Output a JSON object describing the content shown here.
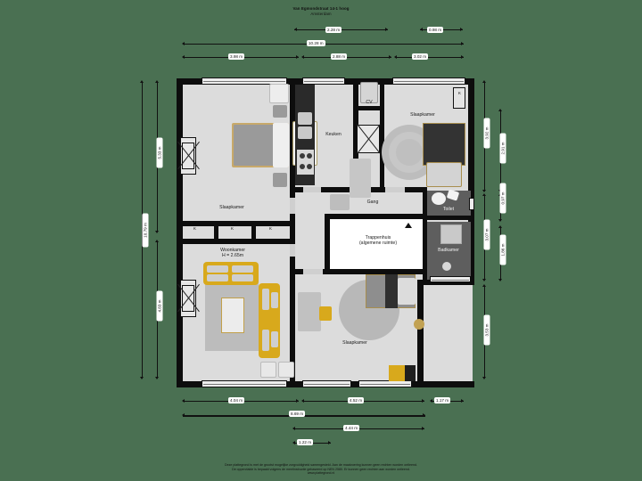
{
  "header": {
    "title_line1": "Van Egmondstraat 14-1 hoog",
    "title_line2": "Amsterdam"
  },
  "footer": {
    "disclaimer_line1": "Deze plattegrond is met de grootst mogelijke zorgvuldigheid samengesteld. Aan de maatvoering kunnen geen rechten worden ontleend.",
    "disclaimer_line2": "De oppervlakte is bepaald volgens de meetinstructie gebaseerd op NEN 2580. Er kunnen geen rechten aan worden ontleend.",
    "disclaimer_line3": "www.plattegrond.nl"
  },
  "dimensions": {
    "top": {
      "row1": [
        {
          "label": "2.28 m"
        },
        {
          "label": "0.98 m"
        }
      ],
      "row2": [
        {
          "label": "10.28 m"
        }
      ],
      "row3": [
        {
          "label": "3.98 m"
        },
        {
          "label": "2.88 m"
        },
        {
          "label": "3.02 m"
        }
      ]
    },
    "left": {
      "outer": [
        {
          "label": "10.79 m"
        }
      ],
      "inner": [
        {
          "label": "5.33 m"
        },
        {
          "label": "4.83 m"
        }
      ]
    },
    "right": {
      "inner": [
        {
          "label": "3.92 m"
        },
        {
          "label": "3.07 m"
        },
        {
          "label": "3.53 m"
        }
      ],
      "outer": [
        {
          "label": "2.91 m"
        },
        {
          "label": "0.97 m"
        },
        {
          "label": "1.86 m"
        }
      ]
    },
    "bottom": {
      "row1": [
        {
          "label": "4.04 m"
        },
        {
          "label": "4.52 m"
        },
        {
          "label": "1.17 m"
        }
      ],
      "row2": [
        {
          "label": "8.69 m"
        }
      ],
      "row3": [
        {
          "label": "4.44 m"
        }
      ],
      "row4": [
        {
          "label": "1.22 m"
        }
      ]
    }
  },
  "rooms": {
    "bedroom_top_left": {
      "label": "Slaapkamer"
    },
    "kitchen": {
      "label": "Keuken"
    },
    "cv_closet": {
      "label": "CV"
    },
    "bedroom_top_right": {
      "label": "Slaapkamer"
    },
    "hallway": {
      "label": "Gang"
    },
    "toilet": {
      "label": "Toilet"
    },
    "bathroom": {
      "label": "Badkamer"
    },
    "stairwell": {
      "label_line1": "Trappenhuis",
      "label_line2": "(algemene ruimte)"
    },
    "livingroom": {
      "label_line1": "Woonkamer",
      "label_line2": "H = 2.65m"
    },
    "bedroom_bottom": {
      "label": "Slaapkamer"
    }
  },
  "closets": {
    "k1": "K",
    "k2": "K",
    "k3": "K",
    "k4": "K"
  },
  "colors": {
    "background": "#4a7052",
    "wall": "#0d0d0d",
    "floor": "#dcdcdc",
    "dark_room": "#5e5e5e",
    "stair_white": "#ffffff",
    "accent_yellow": "#d8a91c",
    "dimension": "#111111"
  }
}
